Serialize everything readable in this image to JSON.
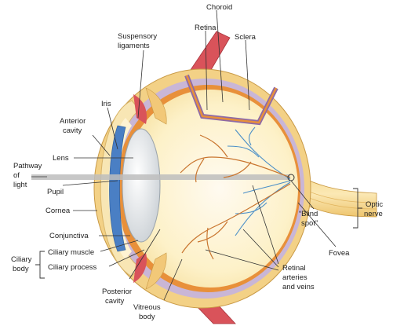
{
  "labels": {
    "choroid": "Choroid",
    "retina": "Retina",
    "sclera": "Sclera",
    "suspensory_1": "Suspensory",
    "suspensory_2": "ligaments",
    "iris": "Iris",
    "anterior_1": "Anterior",
    "anterior_2": "cavity",
    "lens": "Lens",
    "pathway_1": "Pathway",
    "pathway_2": "of",
    "pathway_3": "light",
    "pupil": "Pupil",
    "cornea": "Cornea",
    "conjunctiva": "Conjunctiva",
    "ciliary_body_1": "Ciliary",
    "ciliary_body_2": "body",
    "ciliary_muscle": "Ciliary muscle",
    "ciliary_process": "Ciliary process",
    "posterior_1": "Posterior",
    "posterior_2": "cavity",
    "vitreous_1": "Vitreous",
    "vitreous_2": "body",
    "optic_1": "Optic",
    "optic_2": "nerve",
    "blind_1": "“Blind",
    "blind_2": "spot”",
    "fovea": "Fovea",
    "retinal_1": "Retinal",
    "retinal_2": "arteries",
    "retinal_3": "and veins"
  },
  "colors": {
    "background": "#ffffff",
    "sclera": "#f3d186",
    "choroid": "#c9b6d6",
    "retina": "#e8903a",
    "vitreous": "#fdf1c8",
    "lens": "#e9ecee",
    "iris": "#4a7fc4",
    "muscle": "#d9535a",
    "artery": "#c9752f",
    "vein": "#4b8fc8",
    "light_path": "#bdbdbd"
  }
}
